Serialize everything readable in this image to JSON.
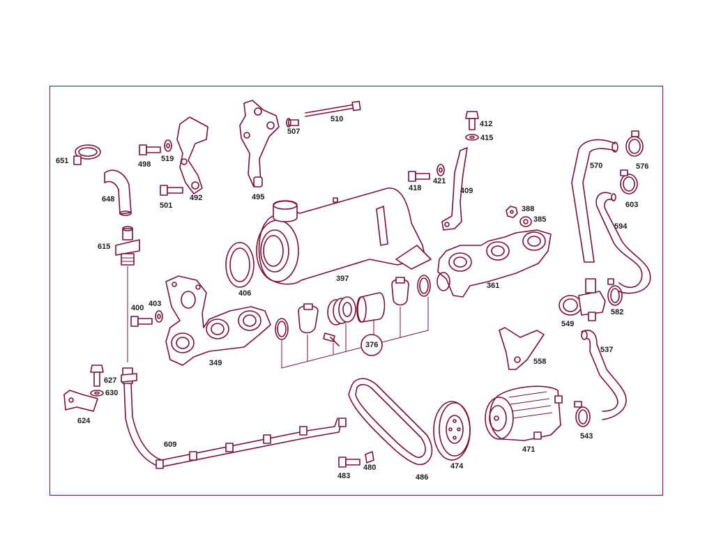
{
  "parts": {
    "p651": "651",
    "p648": "648",
    "p615": "615",
    "p498": "498",
    "p519": "519",
    "p501": "501",
    "p492": "492",
    "p495": "495",
    "p507": "507",
    "p510": "510",
    "p412": "412",
    "p415": "415",
    "p418": "418",
    "p421": "421",
    "p409": "409",
    "p388": "388",
    "p385": "385",
    "p570": "570",
    "p576": "576",
    "p603": "603",
    "p594": "594",
    "p397": "397",
    "p406": "406",
    "p400": "400",
    "p403": "403",
    "p349": "349",
    "p376": "376",
    "p361": "361",
    "p549": "549",
    "p582": "582",
    "p537": "537",
    "p558": "558",
    "p627": "627",
    "p630": "630",
    "p624": "624",
    "p609": "609",
    "p483": "483",
    "p480": "480",
    "p486": "486",
    "p474": "474",
    "p471": "471",
    "p543": "543"
  },
  "colors": {
    "line": "#7a1030",
    "text": "#1a1a1a",
    "background": "#ffffff"
  }
}
